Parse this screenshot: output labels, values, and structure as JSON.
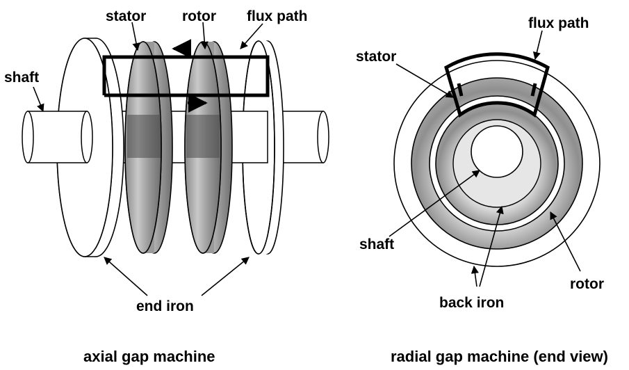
{
  "axial": {
    "labels": {
      "stator": "stator",
      "rotor": "rotor",
      "flux_path": "flux path",
      "shaft": "shaft",
      "end_iron": "end iron"
    },
    "caption": "axial gap machine"
  },
  "radial": {
    "labels": {
      "flux_path": "flux path",
      "stator": "stator",
      "shaft": "shaft",
      "rotor": "rotor",
      "back_iron": "back iron"
    },
    "caption": "radial gap machine (end view)"
  },
  "colors": {
    "line": "#000000",
    "background": "#ffffff",
    "disk_shade": "#a6a6a6",
    "disk_shade_dark": "#6e6e6e",
    "ring_shade": "#9a9a9a"
  }
}
